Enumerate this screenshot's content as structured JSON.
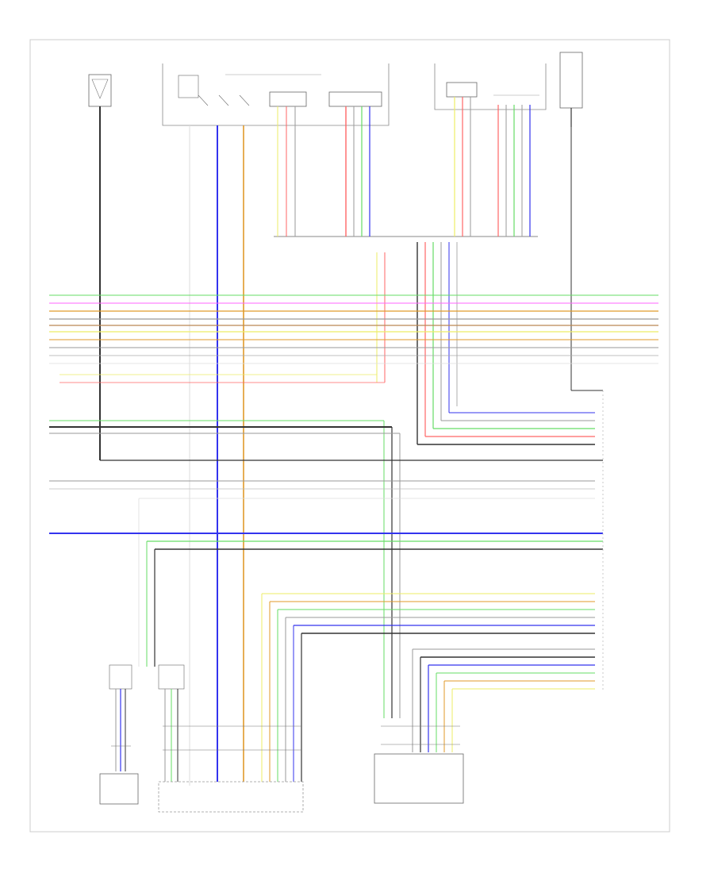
{
  "colors": {
    "frame": "#cccccc",
    "box": "#666666",
    "black": "#333333",
    "gray": "#999999",
    "white_wire": "#dddddd",
    "blue": "#3333ee",
    "orange": "#e09a2a",
    "red": "#ff6666",
    "green": "#66dd66",
    "yellow": "#eeee66",
    "pink": "#ff66ff",
    "brown": "#bb8855"
  },
  "footer": {
    "code": ""
  },
  "components": [],
  "bus_wires": [
    {
      "color": "green"
    },
    {
      "color": "pink"
    },
    {
      "color": "orange"
    },
    {
      "color": "gray"
    },
    {
      "color": "brown"
    },
    {
      "color": "yellow"
    },
    {
      "color": "orange"
    },
    {
      "color": "gray"
    },
    {
      "color": "white_wire"
    },
    {
      "color": "yellow"
    },
    {
      "color": "red"
    }
  ],
  "right_connector_wires": [
    {
      "color": "blue"
    },
    {
      "color": "gray"
    },
    {
      "color": "green"
    },
    {
      "color": "red"
    },
    {
      "color": "black"
    },
    {
      "color": "black"
    }
  ]
}
